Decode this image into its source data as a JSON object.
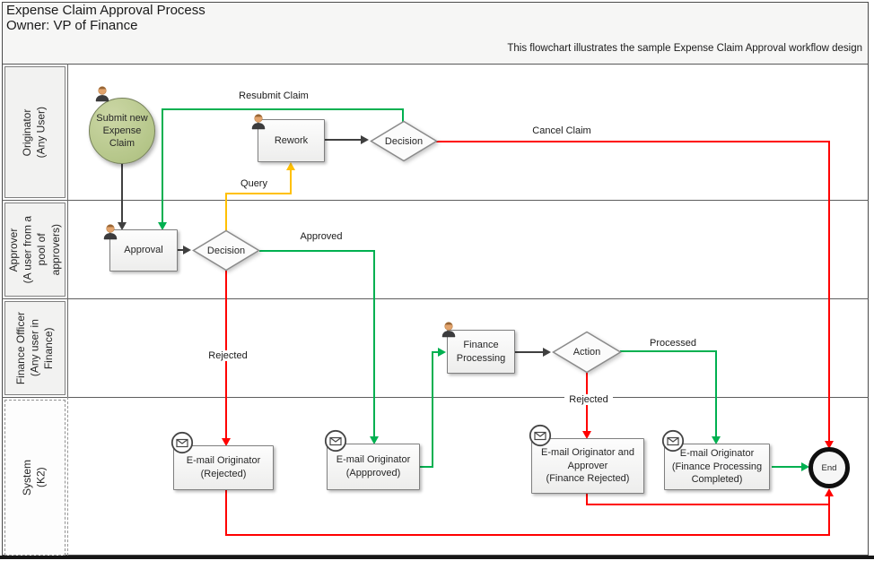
{
  "header": {
    "title": "Expense Claim Approval Process",
    "owner": "Owner: VP of Finance",
    "subtitle": "This flowchart illustrates the sample Expense Claim Approval workflow design"
  },
  "lanes": [
    {
      "label": "Originator\n(Any User)"
    },
    {
      "label": "Approver\n(A user from a\npool of\napprovers)"
    },
    {
      "label": "Finance Officer\n(Any user in\nFinance)"
    },
    {
      "label": "System\n(K2)"
    }
  ],
  "nodes": {
    "submit": "Submit new\nExpense\nClaim",
    "rework": "Rework",
    "decision1": "Decision",
    "approval": "Approval",
    "decision2": "Decision",
    "finance_processing": "Finance\nProcessing",
    "action": "Action",
    "email_rejected": "E-mail Originator\n(Rejected)",
    "email_approved": "E-mail Originator\n(Appproved)",
    "email_finance_rejected": "E-mail Originator and\nApprover\n(Finance Rejected)",
    "email_completed": "E-mail Originator\n(Finance Processing\nCompleted)",
    "end": "End"
  },
  "edges": {
    "resubmit_claim": "Resubmit Claim",
    "cancel_claim": "Cancel Claim",
    "query": "Query",
    "approved": "Approved",
    "rejected_approval": "Rejected",
    "processed": "Processed",
    "rejected_finance": "Rejected"
  },
  "colors": {
    "approve_green": "#00b050",
    "reject_red": "#ff0000",
    "query_yellow": "#ffc000",
    "connector_dark": "#404040",
    "start_node_fill": "#b9c98f"
  }
}
